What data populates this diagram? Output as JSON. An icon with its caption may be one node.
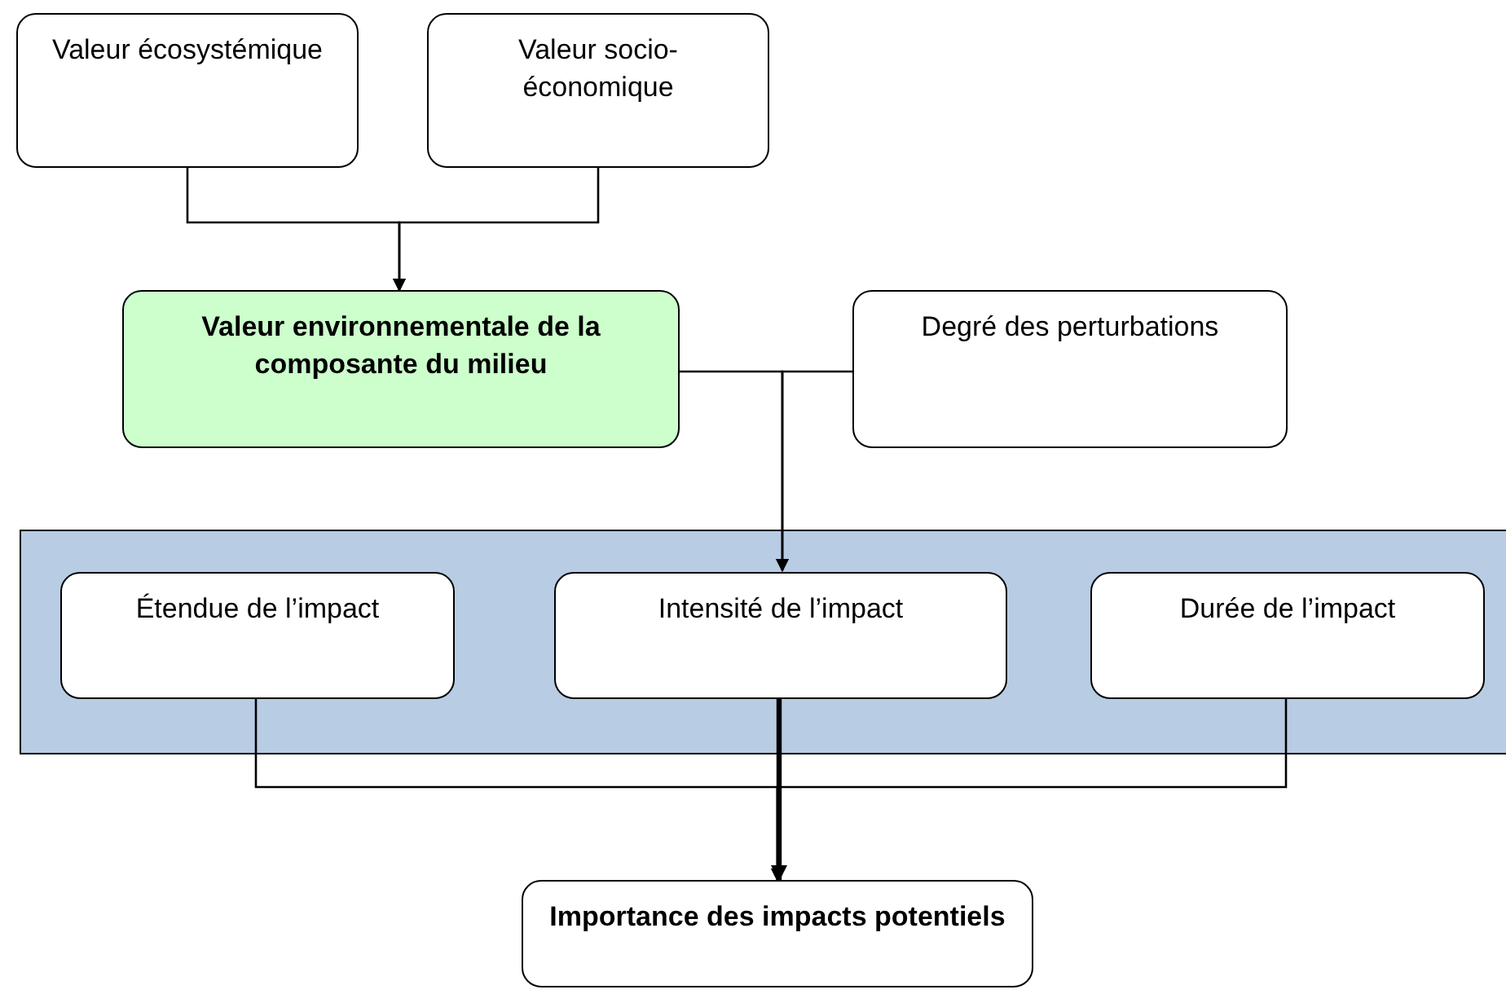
{
  "diagram": {
    "nodes": [
      {
        "text": [
          "Valeur écosystémique"
        ]
      },
      {
        "text": [
          "Valeur socio-économique"
        ]
      },
      {
        "text": [
          "Valeur environnementale de la composante du milieu"
        ]
      },
      {
        "text": [
          "Degré des perturbations"
        ]
      },
      {
        "text": [],
        "shape": "box"
      },
      {
        "text": [
          "Étendue de l’impact"
        ],
        "in": 4
      },
      {
        "text": [
          "Intensité de l’impact"
        ],
        "in": 4
      },
      {
        "text": [
          "Durée de l’impact"
        ],
        "in": 4
      },
      {
        "text": [
          "Importance des impacts potentiels"
        ]
      }
    ],
    "edges": [
      {
        "from": 0,
        "to": 2,
        "arrow": "to"
      },
      {
        "from": 1,
        "to": 2,
        "arrow": "to"
      },
      {
        "from": 2,
        "to": 6,
        "arrow": "to"
      },
      {
        "from": 3,
        "to": 6,
        "arrow": "to"
      },
      {
        "from": 5,
        "to": 8,
        "arrow": "to"
      },
      {
        "from": 6,
        "to": 8,
        "arrow": "to",
        "style": "thick"
      },
      {
        "from": 7,
        "to": 8,
        "arrow": "to"
      }
    ]
  }
}
